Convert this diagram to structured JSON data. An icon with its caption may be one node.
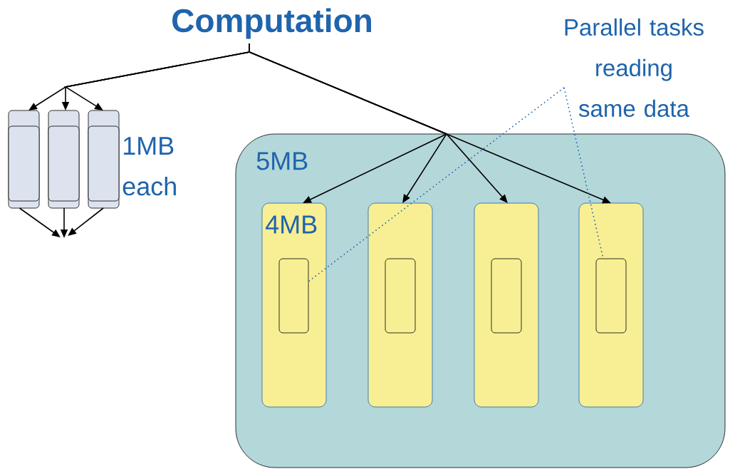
{
  "diagram": {
    "nodes": [
      {
        "text": [
          "Computation"
        ]
      },
      {
        "text": [],
        "shape": "bar"
      },
      {
        "text": [],
        "shape": "bar"
      },
      {
        "text": [],
        "shape": "bar"
      },
      {
        "text": [
          "5MB"
        ]
      },
      {
        "text": [
          "4MB"
        ],
        "in": 4
      },
      {
        "text": [],
        "shape": "box",
        "in": 4
      },
      {
        "text": [],
        "shape": "box",
        "in": 4
      },
      {
        "text": [],
        "shape": "box",
        "in": 4
      },
      {
        "text": [],
        "shape": "box",
        "in": 5
      },
      {
        "text": [],
        "shape": "box",
        "in": 6
      },
      {
        "text": [],
        "shape": "box",
        "in": 7
      },
      {
        "text": [],
        "shape": "box",
        "in": 8
      },
      {
        "text": [
          "Parallel tasks reading same data"
        ]
      }
    ],
    "edges": [
      {
        "from": 0,
        "to": 1,
        "arrow": "to"
      },
      {
        "from": 0,
        "to": 2,
        "arrow": "to"
      },
      {
        "from": 0,
        "to": 3,
        "arrow": "to"
      },
      {
        "from": 1,
        "to": null,
        "arrow": "to"
      },
      {
        "from": 2,
        "to": null,
        "arrow": "to"
      },
      {
        "from": 3,
        "to": null,
        "arrow": "to"
      },
      {
        "from": 0,
        "to": 5,
        "arrow": "to"
      },
      {
        "from": 0,
        "to": 6,
        "arrow": "to"
      },
      {
        "from": 0,
        "to": 7,
        "arrow": "to"
      },
      {
        "from": 0,
        "to": 8,
        "arrow": "to"
      },
      {
        "from": 13,
        "to": 9,
        "arrow": "none",
        "style": "dashed",
        "color": "#1f64ac"
      },
      {
        "from": 13,
        "to": 12,
        "arrow": "none",
        "style": "dashed",
        "color": "#1f64ac"
      }
    ],
    "labels": [
      "1MB each"
    ]
  }
}
